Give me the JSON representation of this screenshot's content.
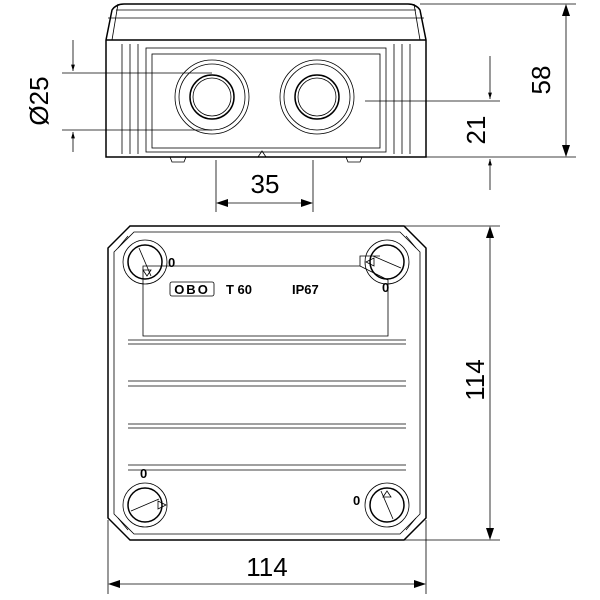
{
  "dimensions": {
    "hole_diameter": "Ø25",
    "total_height": "58",
    "entry_height": "21",
    "entry_spacing": "35",
    "lid_height": "114",
    "lid_width": "114"
  },
  "lid_labels": {
    "brand": "OBO",
    "product": "T 60",
    "rating": "IP67"
  },
  "screw_markers": {
    "open": "0"
  }
}
